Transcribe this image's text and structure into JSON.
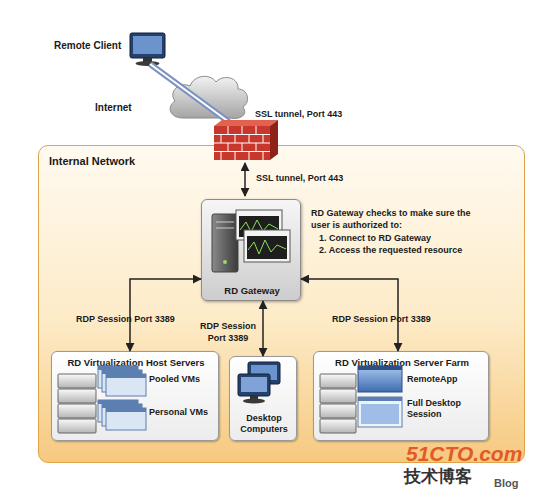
{
  "diagram": {
    "nodes": [
      {
        "text": [
          "Remote Client"
        ]
      },
      {
        "text": [
          "Internet"
        ]
      },
      {
        "text": [
          "Internal Network"
        ]
      },
      {
        "text": [
          "RD Gateway"
        ],
        "in": 2
      },
      {
        "text": [
          "RD Virtualization Host Servers",
          "Pooled VMs",
          "Personal VMs"
        ],
        "in": 2
      },
      {
        "text": [
          "Desktop Computers"
        ],
        "in": 2
      },
      {
        "text": [
          "RD Virtualization Server Farm",
          "RemoteApp",
          "Full Desktop Session"
        ],
        "in": 2
      }
    ],
    "edges": [
      {
        "from": 3,
        "to": 4,
        "label": "RDP Session Port 3389",
        "arrow": "both"
      },
      {
        "from": 3,
        "to": 5,
        "label": "RDP Session Port 3389",
        "arrow": "both"
      },
      {
        "from": 3,
        "to": 6,
        "label": "RDP Session Port 3389",
        "arrow": "both"
      }
    ],
    "labels": [
      "SSL tunnel, Port 443",
      "SSL tunnel, Port 443",
      "RD Gateway checks to make sure the user is authorized to:",
      "1. Connect to RD Gateway",
      "2. Access the requested resource",
      "51CTO.com",
      "技术博客",
      "Blog"
    ]
  }
}
